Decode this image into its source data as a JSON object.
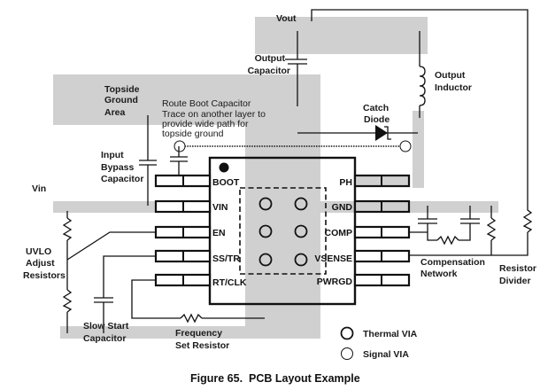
{
  "figure": {
    "caption": "Figure 65.  PCB Layout Example"
  },
  "labels": {
    "vout": "Vout",
    "vin": "Vin",
    "output_capacitor": [
      "Output",
      "Capacitor"
    ],
    "output_inductor": [
      "Output",
      "Inductor"
    ],
    "topside_ground_area": [
      "Topside",
      "Ground",
      "Area"
    ],
    "boot_note": [
      "Route Boot Capacitor",
      "Trace on another layer to",
      "provide wide path for",
      "topside ground"
    ],
    "catch_diode": [
      "Catch",
      "Diode"
    ],
    "input_bypass_capacitor": [
      "Input",
      "Bypass",
      "Capacitor"
    ],
    "uvlo_adjust_resistors": [
      "UVLO",
      "Adjust",
      "Resistors"
    ],
    "slow_start_capacitor": [
      "Slow Start",
      "Capacitor"
    ],
    "frequency_set_resistor": [
      "Frequency",
      "Set Resistor"
    ],
    "compensation_network": [
      "Compensation",
      "Network"
    ],
    "resistor_divider": [
      "Resistor",
      "Divider"
    ]
  },
  "ic": {
    "left_pins": [
      "BOOT",
      "VIN",
      "EN",
      "SS/TR",
      "RT/CLK"
    ],
    "right_pins": [
      "PH",
      "GND",
      "COMP",
      "VSENSE",
      "PWRGD"
    ],
    "thermal_via_count": 6
  },
  "legend": {
    "thermal_via": "Thermal VIA",
    "signal_via": "Signal VIA"
  },
  "colors": {
    "copper_area": "#d0d0d0",
    "trace": "#111111"
  }
}
